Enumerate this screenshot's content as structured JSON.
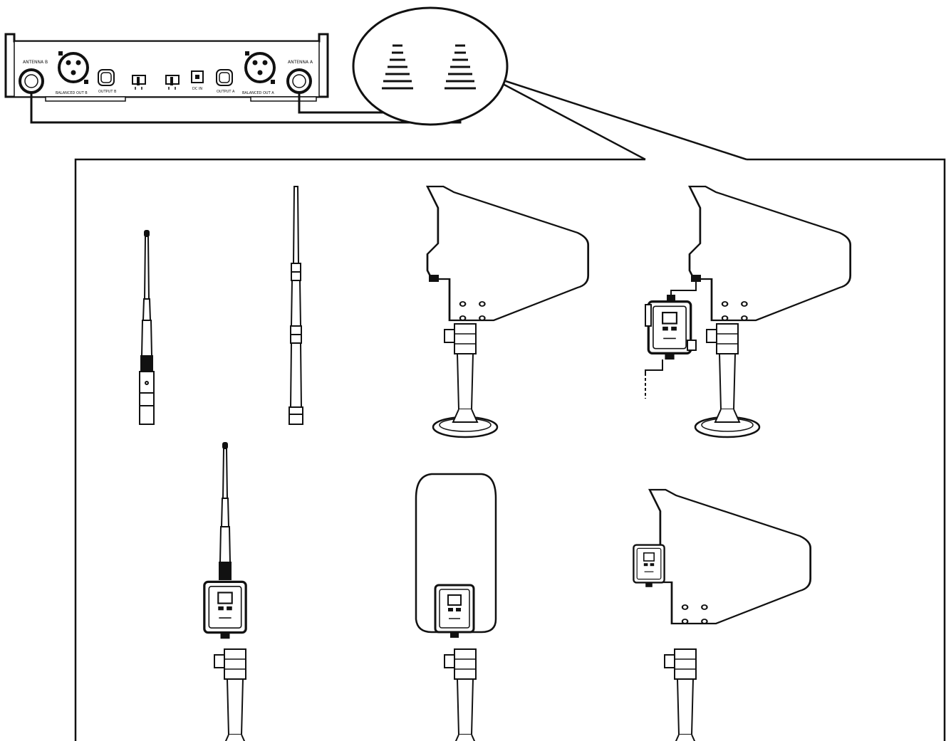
{
  "receiver": {
    "antenna_b_label": "ANTENNA B",
    "antenna_a_label": "ANTENNA A",
    "balanced_out_b_label": "BALANCED OUT B",
    "balanced_out_a_label": "BALANCED OUT A",
    "output_b_label": "OUTPUT B",
    "output_a_label": "OUTPUT A",
    "power_label": "DC IN"
  },
  "callout": {
    "antenna_icon_count": 2
  },
  "options_panel": {
    "row1": [
      "whip-antenna",
      "telescopic-antenna",
      "paddle-antenna-on-stand",
      "paddle-antenna-with-booster-on-stand"
    ],
    "row2": [
      "whip-antenna-with-booster-on-stand",
      "flat-panel-antenna-with-booster-on-stand",
      "paddle-antenna-with-side-booster-on-stand"
    ]
  },
  "colors": {
    "line": "#111111",
    "background": "#ffffff"
  }
}
